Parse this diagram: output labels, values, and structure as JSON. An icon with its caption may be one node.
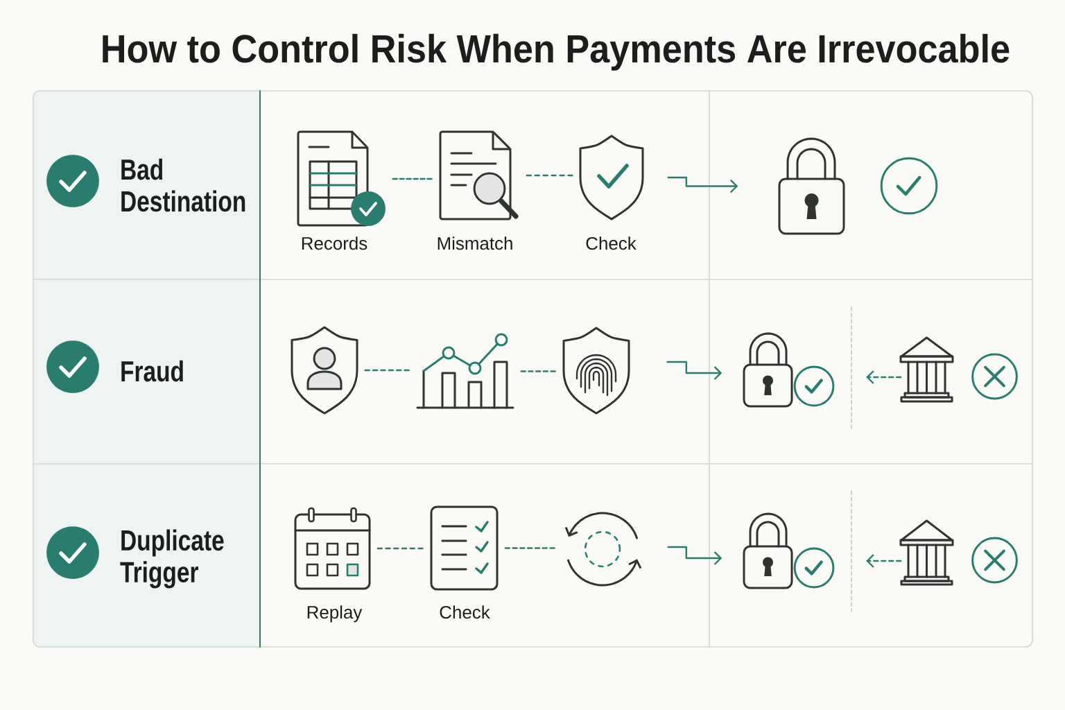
{
  "diagram": {
    "title": "How to Control Risk When Payments Are Irrevocable",
    "nodes": [
      {
        "text": [
          "Bad Destination"
        ]
      },
      {
        "text": [],
        "shape": "picture",
        "beside": [
          "Records"
        ]
      },
      {
        "text": [],
        "shape": "picture",
        "beside": [
          "Mismatch"
        ]
      },
      {
        "text": [],
        "shape": "picture",
        "beside": [
          "Check"
        ]
      },
      {
        "text": [],
        "shape": "picture"
      },
      {
        "text": [
          "Fraud"
        ]
      },
      {
        "text": [],
        "shape": "picture"
      },
      {
        "text": [],
        "shape": "picture"
      },
      {
        "text": [],
        "shape": "picture"
      },
      {
        "text": [],
        "shape": "picture"
      },
      {
        "text": [],
        "shape": "picture"
      },
      {
        "text": [
          "Duplicate Trigger"
        ]
      },
      {
        "text": [],
        "shape": "picture",
        "beside": [
          "Replay"
        ]
      },
      {
        "text": [],
        "shape": "picture",
        "beside": [
          "Check"
        ]
      },
      {
        "text": [],
        "shape": "picture"
      },
      {
        "text": [],
        "shape": "picture"
      },
      {
        "text": [],
        "shape": "picture"
      }
    ],
    "edges": [
      {
        "from": 1,
        "to": 2,
        "arrow": "none",
        "style": "dashed"
      },
      {
        "from": 2,
        "to": 3,
        "arrow": "none",
        "style": "dashed"
      },
      {
        "from": 3,
        "to": 4,
        "arrow": "to"
      },
      {
        "from": 6,
        "to": 7,
        "arrow": "none",
        "style": "dashed"
      },
      {
        "from": 7,
        "to": 8,
        "arrow": "none",
        "style": "dashed"
      },
      {
        "from": 8,
        "to": 9,
        "arrow": "to"
      },
      {
        "from": 10,
        "to": null,
        "arrow": "to",
        "style": "dashed"
      },
      {
        "from": 12,
        "to": 13,
        "arrow": "none",
        "style": "dashed"
      },
      {
        "from": 13,
        "to": 14,
        "arrow": "none",
        "style": "dashed"
      },
      {
        "from": 14,
        "to": 15,
        "arrow": "to"
      },
      {
        "from": 16,
        "to": null,
        "arrow": "to",
        "style": "dashed"
      }
    ]
  }
}
